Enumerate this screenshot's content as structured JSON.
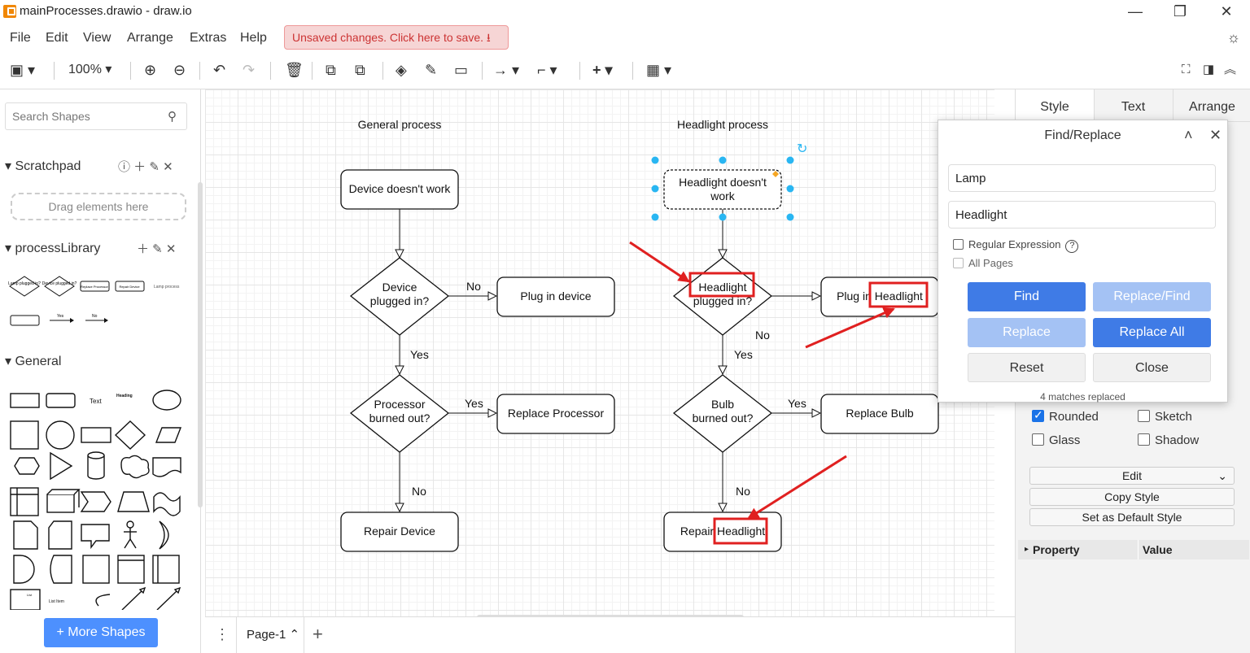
{
  "window": {
    "title": "mainProcesses.drawio - draw.io",
    "minimize": "—",
    "maximize": "❐",
    "close": "✕"
  },
  "menu": {
    "items": [
      "File",
      "Edit",
      "View",
      "Arrange",
      "Extras",
      "Help"
    ],
    "unsaved": "Unsaved changes. Click here to save. ⭳",
    "theme_icon": "☼"
  },
  "toolbar": {
    "zoom": "100%"
  },
  "left": {
    "search_placeholder": "Search Shapes",
    "scratchpad": "Scratchpad",
    "drop_text": "Drag elements here",
    "library": "processLibrary",
    "library_labels": [
      "Lamp plugged in?",
      "Device plugged in?",
      "Replace Processor",
      "Repair Device",
      "Lamp process",
      "Yes",
      "No"
    ],
    "general": "General",
    "general_labels": [
      "Text",
      "Heading",
      "List Item",
      "List"
    ],
    "more_shapes": "+ More Shapes"
  },
  "diagram": {
    "general_title": "General process",
    "headlight_title": "Headlight process",
    "g_start": "Device doesn't work",
    "g_dec1_l1": "Device",
    "g_dec1_l2": "plugged in?",
    "g_plug": "Plug in device",
    "g_dec2_l1": "Processor",
    "g_dec2_l2": "burned out?",
    "g_replace": "Replace Processor",
    "g_repair": "Repair Device",
    "h_start_l1": "Headlight doesn't",
    "h_start_l2": "work",
    "h_dec1_l1": "Headlight",
    "h_dec1_l2": "plugged in?",
    "h_plug": "Plug in Headlight",
    "h_dec2_l1": "Bulb",
    "h_dec2_l2": "burned out?",
    "h_replace": "Replace Bulb",
    "h_repair": "Repair Headlight",
    "no": "No",
    "yes": "Yes"
  },
  "bottom": {
    "page": "Page-1 ⌃",
    "add": "+",
    "menu": "⋮"
  },
  "right": {
    "tabs": [
      "Style",
      "Text",
      "Arrange"
    ],
    "rounded": "Rounded",
    "sketch": "Sketch",
    "glass": "Glass",
    "shadow": "Shadow",
    "edit": "Edit",
    "copy_style": "Copy Style",
    "default_style": "Set as Default Style",
    "property": "Property",
    "value": "Value"
  },
  "dialog": {
    "title": "Find/Replace",
    "find_value": "Lamp",
    "replace_value": "Headlight",
    "regex": "Regular Expression",
    "all_pages": "All Pages",
    "find": "Find",
    "replace_find": "Replace/Find",
    "replace": "Replace",
    "replace_all": "Replace All",
    "reset": "Reset",
    "close": "Close",
    "status": "4 matches replaced"
  },
  "colors": {
    "accent": "#3f7be6",
    "highlight_box": "#e02020",
    "selection": "#29b6f2"
  }
}
